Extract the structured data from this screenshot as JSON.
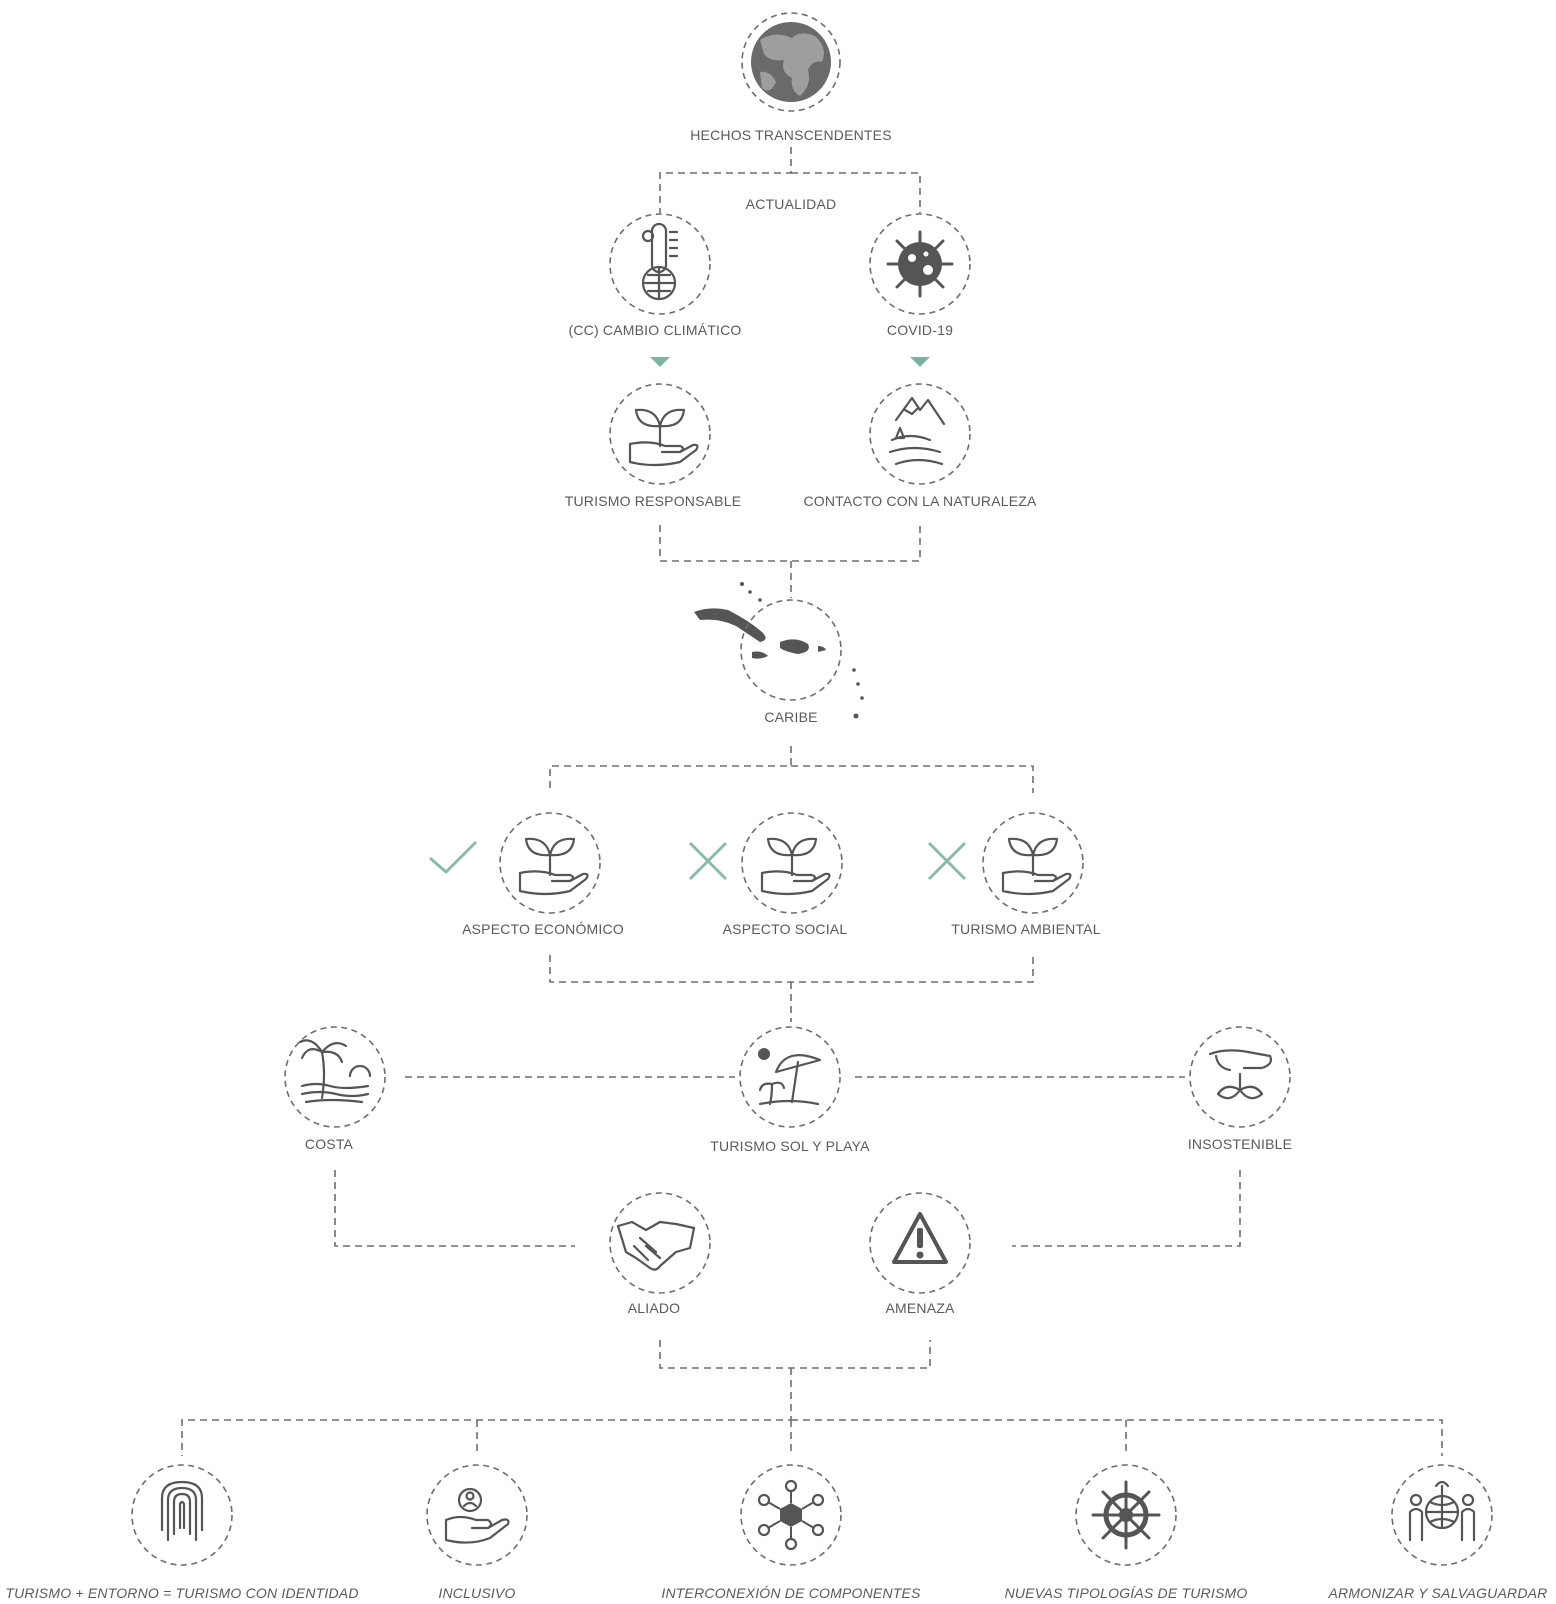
{
  "nodes": {
    "hechos": "HECHOS TRANSCENDENTES",
    "actualidad": "ACTUALIDAD",
    "cambio": "(CC) CAMBIO CLIMÁTICO",
    "covid": "COVID-19",
    "responsable": "TURISMO RESPONSABLE",
    "naturaleza": "CONTACTO CON LA NATURALEZA",
    "caribe": "CARIBE",
    "economico": "ASPECTO ECONÓMICO",
    "social": "ASPECTO SOCIAL",
    "ambiental": "TURISMO AMBIENTAL",
    "costa": "COSTA",
    "solplaya": "TURISMO SOL Y PLAYA",
    "insostenible": "INSOSTENIBLE",
    "aliado": "ALIADO",
    "amenaza": "AMENAZA"
  },
  "outcomes": [
    "TURISMO + ENTORNO = TURISMO CON IDENTIDAD",
    "INCLUSIVO",
    "INTERCONEXIÓN DE COMPONENTES",
    "NUEVAS TIPOLOGÍAS DE TURISMO",
    "ARMONIZAR Y SALVAGUARDAR"
  ],
  "status_marks": {
    "economico": "check",
    "social": "cross",
    "ambiental": "cross"
  },
  "colors": {
    "line": "#6e6e6e",
    "icon": "#555555",
    "accent": "#7fb39e"
  },
  "icons": {
    "hechos": "globe-icon",
    "cambio": "thermometer-globe-icon",
    "covid": "virus-icon",
    "responsable": "hand-plant-icon",
    "naturaleza": "mountain-landscape-icon",
    "caribe": "caribbean-map-icon",
    "economico": "hand-plant-icon",
    "social": "hand-plant-icon",
    "ambiental": "hand-plant-icon",
    "costa": "palm-beach-icon",
    "solplaya": "beach-umbrella-icon",
    "insostenible": "hand-dropping-plant-icon",
    "aliado": "handshake-icon",
    "amenaza": "warning-icon",
    "identidad": "fingerprint-icon",
    "inclusivo": "inclusive-hand-icon",
    "interconexion": "network-hexagon-icon",
    "tipologias": "ship-wheel-icon",
    "armonizar": "people-globe-icon"
  }
}
